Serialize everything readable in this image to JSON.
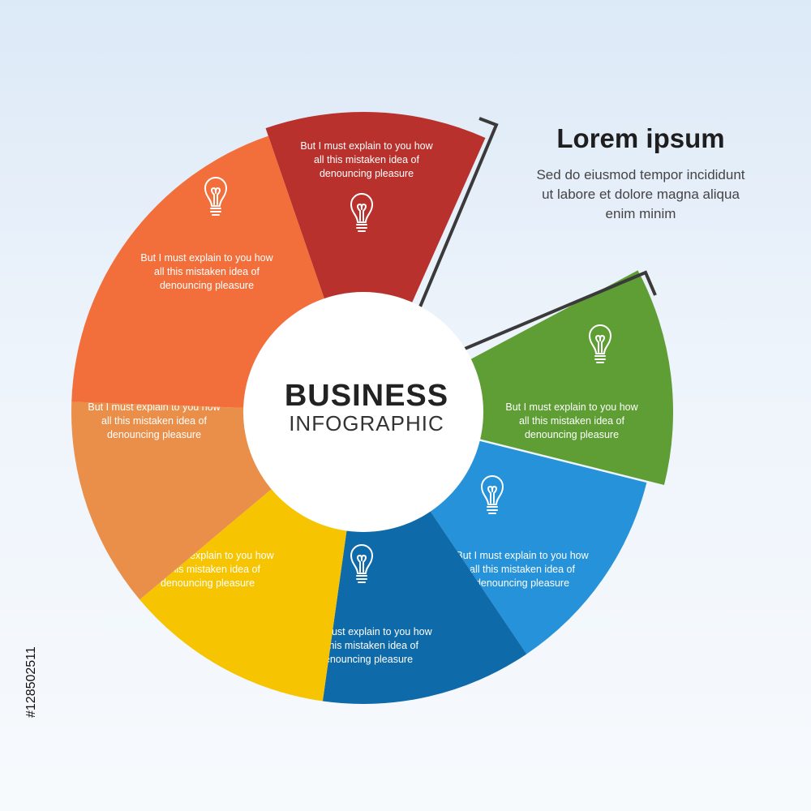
{
  "colors": {
    "background_top": "#dce9f7",
    "background_bottom": "#f7fafd",
    "bracket": "#3a3a3a",
    "center_circle": "#ffffff"
  },
  "center": {
    "title": "BUSINESS",
    "subtitle": "INFOGRAPHIC"
  },
  "callout": {
    "title": "Lorem ipsum",
    "body_lines": [
      "Sed do eiusmod tempor incididunt",
      "ut labore et dolore magna aliqua",
      "enim minim"
    ]
  },
  "segments": [
    {
      "color": "#b8312c",
      "icon": "lightbulb-icon",
      "text_lines": [
        "But I must explain to you how",
        "all this mistaken idea of",
        "denouncing pleasure"
      ],
      "highlighted": true
    },
    {
      "color": "#5e9e34",
      "icon": "lightbulb-icon",
      "text_lines": [
        "But I must explain to you how",
        "all this mistaken idea of",
        "denouncing pleasure"
      ],
      "highlighted": true
    },
    {
      "color": "#2592d9",
      "icon": "lightbulb-icon",
      "text_lines": [
        "But I must explain to you how",
        "all this mistaken idea of",
        "denouncing pleasure"
      ],
      "highlighted": false
    },
    {
      "color": "#0f6aa9",
      "icon": "lightbulb-icon",
      "text_lines": [
        "But I must explain to you how",
        "all this mistaken idea of",
        "denouncing pleasure"
      ],
      "highlighted": false
    },
    {
      "color": "#f6c400",
      "icon": "lightbulb-icon",
      "text_lines": [
        "But I must explain to you how",
        "all this mistaken idea of",
        "denouncing pleasure"
      ],
      "highlighted": false
    },
    {
      "color": "#e98f4a",
      "icon": "lightbulb-icon",
      "text_lines": [
        "But I must explain to you how",
        "all this mistaken idea of",
        "denouncing pleasure"
      ],
      "highlighted": false
    },
    {
      "color": "#f26f3c",
      "icon": "lightbulb-icon",
      "text_lines": [
        "But I must explain to you how",
        "all this mistaken idea of",
        "denouncing pleasure"
      ],
      "highlighted": false
    }
  ],
  "stock_id": "#128502511"
}
